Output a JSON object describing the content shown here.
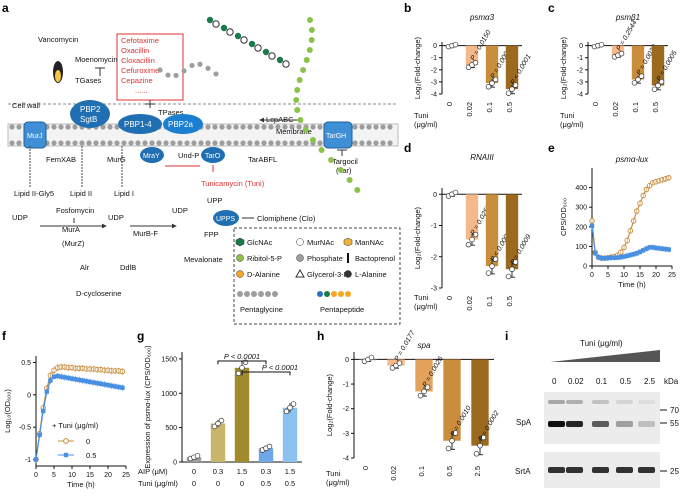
{
  "panel_letters": [
    "a",
    "b",
    "c",
    "d",
    "e",
    "f",
    "g",
    "h",
    "i"
  ],
  "a": {
    "drugs": [
      "Cefotaxime",
      "Oxacillin",
      "Cloxacillin",
      "Cefuroxime",
      "Cepazine",
      "......"
    ],
    "labels": {
      "vancomycin": "Vancomycin",
      "moenomycin": "Moenomycin",
      "tgases": "TGases",
      "tpases": "TPases",
      "pbp2": "PBP2",
      "sgtb": "SgtB",
      "pbp14": "PBP1-4",
      "pbp2a": "PBP2a",
      "lcpabc": "LcpABC",
      "cellwall": "Cell wall",
      "membrane": "Membrane",
      "murj": "MurJ",
      "targh": "TarGH",
      "targocil": "Targocil",
      "tar": "(Tar)",
      "femxab": "FemXAB",
      "murg": "MurG",
      "mray": "MraY",
      "taro": "TarO",
      "undp": "Und-P",
      "tarabfl": "TarABFL",
      "lipid2gly5": "Lipid II-Gly5",
      "lipid2": "Lipid II",
      "lipid1": "Lipid I",
      "tunicamycin": "Tunicamycin (Tuni)",
      "udp1": "UDP",
      "udp2": "UDP",
      "udp3": "UDP",
      "fosfomycin": "Fosfomycin",
      "mura": "MurA",
      "murz": "(MurZ)",
      "murbf": "MurB-F",
      "upp": "UPP",
      "upps": "UPPS",
      "clomiphene": "Clomiphene (Clo)",
      "fpp": "FPP",
      "mevalonate": "Mevalonate",
      "alr": "Alr",
      "ddlb": "DdlB",
      "dcycloserine": "D-cycloserine"
    },
    "legend": [
      "GlcNAc",
      "MurNAc",
      "ManNAc",
      "Ribitol-5-P",
      "Phosphate",
      "Bactoprenol",
      "D-Alanine",
      "Glycerol-3-P",
      "L-Alanine",
      "Pentaglycine",
      "Pentapeptide"
    ]
  },
  "b": {
    "title": "psmα3",
    "ylabel": "Log₂(Fold-change)",
    "xunit": "Tuni\n(μg/ml)",
    "cats": [
      "0",
      "0.02",
      "0.1",
      "0.5"
    ],
    "pvals": [
      "P = 0.0150",
      "P = 0.0006",
      "P < 0.0001"
    ]
  },
  "c": {
    "title": "psmβ1",
    "ylabel": "Log₂(Fold-change)",
    "xunit": "Tuni\n(μg/ml)",
    "cats": [
      "0",
      "0.02",
      "0.1",
      "0.5"
    ],
    "pvals": [
      "P = 0.2544",
      "P = 0.0032",
      "P = 0.0005"
    ]
  },
  "d": {
    "title": "RNAIII",
    "ylabel": "Log₂(Fold-change)",
    "xunit": "Tuni\n(μg/ml)",
    "cats": [
      "0",
      "0.02",
      "0.1",
      "0.5"
    ],
    "pvals": [
      "P = 0.0252",
      "P < 0.0001",
      "P = 0.0009"
    ]
  },
  "e": {
    "title": "psmα-lux",
    "ylabel": "CPS/OD₆₀₀",
    "xlabel": "Time (h)"
  },
  "f": {
    "ylabel": "Log₁₀(OD₆₀₀)",
    "xlabel": "Time (h)",
    "legend_title": "+ Tuni (μg/ml)",
    "legend": [
      "0",
      "0.5"
    ]
  },
  "g": {
    "ylabel": "Expression of psmα-lux (CPS/OD₆₀₀)",
    "row1_label": "AIP (μM)",
    "row2_label": "Tuni (μg/ml)",
    "row1": [
      "0",
      "0.3",
      "1.5",
      "0.3",
      "1.5"
    ],
    "row2": [
      "0",
      "0",
      "0",
      "0.5",
      "0.5"
    ],
    "pvals": [
      "P < 0.0001",
      "P < 0.0001"
    ]
  },
  "h": {
    "title": "spa",
    "ylabel": "Log₂(Fold-change)",
    "xunit": "Tuni\n(μg/ml)",
    "cats": [
      "0",
      "0.02",
      "0.1",
      "0.5",
      "2.5"
    ],
    "pvals": [
      "P = 0.0177",
      "P = 0.0026",
      "P = 0.0010",
      "P = 0.0002"
    ]
  },
  "i": {
    "header": "Tuni (μg/ml)",
    "lanes": [
      "0",
      "0.02",
      "0.1",
      "0.5",
      "2.5"
    ],
    "kda": "kDa",
    "markers": [
      "70",
      "55",
      "25"
    ],
    "proteins": [
      "SpA",
      "SrtA"
    ]
  },
  "chart_data": [
    {
      "panel": "b",
      "type": "bar",
      "title": "psmα3",
      "categories": [
        "0",
        "0.02",
        "0.1",
        "0.5"
      ],
      "values": [
        0,
        -1.6,
        -3.1,
        -3.6
      ],
      "ylim": [
        -4,
        0.3
      ],
      "yticks": [
        0,
        -1,
        -2,
        -3,
        -4
      ],
      "colors": [
        "#9e9e9e",
        "#f3b98a",
        "#c98d3c",
        "#9c6a1e"
      ]
    },
    {
      "panel": "c",
      "type": "bar",
      "title": "psmβ1",
      "categories": [
        "0",
        "0.02",
        "0.1",
        "0.5"
      ],
      "values": [
        0,
        -0.8,
        -2.8,
        -3.3
      ],
      "ylim": [
        -4,
        0.3
      ],
      "yticks": [
        0,
        -1,
        -2,
        -3,
        -4
      ],
      "colors": [
        "#9e9e9e",
        "#f3b98a",
        "#c98d3c",
        "#9c6a1e"
      ]
    },
    {
      "panel": "d",
      "type": "bar",
      "title": "RNAIII",
      "categories": [
        "0",
        "0.02",
        "0.1",
        "0.5"
      ],
      "values": [
        0,
        -1.45,
        -2.3,
        -2.4
      ],
      "ylim": [
        -3,
        0.2
      ],
      "yticks": [
        0,
        -1,
        -2,
        -3
      ],
      "colors": [
        "#9e9e9e",
        "#f3b98a",
        "#c98d3c",
        "#9c6a1e"
      ]
    },
    {
      "panel": "h",
      "type": "bar",
      "title": "spa",
      "categories": [
        "0",
        "0.02",
        "0.1",
        "0.5",
        "2.5"
      ],
      "values": [
        0,
        -0.25,
        -1.3,
        -3.3,
        -3.5
      ],
      "ylim": [
        -4,
        0.3
      ],
      "yticks": [
        0,
        -1,
        -2,
        -3,
        -4
      ],
      "colors": [
        "#9e9e9e",
        "#f3b98a",
        "#e2a25c",
        "#c98d3c",
        "#9c6a1e"
      ]
    },
    {
      "panel": "g",
      "type": "bar",
      "categories": [
        "1",
        "2",
        "3",
        "4",
        "5"
      ],
      "values": [
        70,
        560,
        1370,
        200,
        790
      ],
      "ylim": [
        0,
        1600
      ],
      "yticks": [
        0,
        500,
        1000,
        1500
      ],
      "colors": [
        "#9e9e9e",
        "#c8b56a",
        "#a08a2c",
        "#6fa8e8",
        "#8bc2f0"
      ]
    },
    {
      "panel": "e",
      "type": "line",
      "xlim": [
        0,
        25
      ],
      "ylim": [
        0,
        500
      ],
      "yticks": [
        0,
        100,
        200,
        300,
        400
      ],
      "xticks": [
        0,
        5,
        10,
        15,
        20,
        25
      ],
      "series": [
        {
          "name": "0",
          "x": [
            0,
            1,
            2,
            3,
            4,
            5,
            6,
            7,
            8,
            9,
            10,
            11,
            12,
            13,
            14,
            15,
            16,
            17,
            18,
            19,
            20,
            21,
            22,
            23,
            24
          ],
          "values": [
            230,
            70,
            45,
            40,
            40,
            42,
            45,
            48,
            55,
            70,
            95,
            130,
            180,
            230,
            280,
            320,
            360,
            390,
            410,
            425,
            430,
            435,
            440,
            445,
            450
          ]
        },
        {
          "name": "0.5",
          "x": [
            0,
            1,
            2,
            3,
            4,
            5,
            6,
            7,
            8,
            9,
            10,
            11,
            12,
            13,
            14,
            15,
            16,
            17,
            18,
            19,
            20,
            21,
            22,
            23,
            24
          ],
          "values": [
            205,
            65,
            45,
            40,
            40,
            41,
            42,
            42,
            43,
            45,
            48,
            52,
            56,
            60,
            65,
            72,
            80,
            88,
            95,
            95,
            92,
            90,
            88,
            86,
            84
          ]
        }
      ]
    },
    {
      "panel": "f",
      "type": "line",
      "xlim": [
        0,
        25
      ],
      "ylim": [
        -1.1,
        0.6
      ],
      "yticks": [
        -1.0,
        -0.5,
        0.0,
        0.5
      ],
      "xticks": [
        0,
        5,
        10,
        15,
        20,
        25
      ],
      "series": [
        {
          "name": "0",
          "x": [
            0,
            1,
            2,
            3,
            4,
            5,
            6,
            7,
            8,
            9,
            10,
            11,
            12,
            13,
            14,
            15,
            16,
            17,
            18,
            19,
            20,
            21,
            22,
            23,
            24
          ],
          "values": [
            -1.0,
            -0.6,
            -0.2,
            0.1,
            0.3,
            0.38,
            0.42,
            0.43,
            0.43,
            0.42,
            0.42,
            0.41,
            0.41,
            0.41,
            0.4,
            0.4,
            0.4,
            0.39,
            0.39,
            0.38,
            0.38,
            0.37,
            0.37,
            0.37,
            0.36
          ]
        },
        {
          "name": "0.5",
          "x": [
            0,
            1,
            2,
            3,
            4,
            5,
            6,
            7,
            8,
            9,
            10,
            11,
            12,
            13,
            14,
            15,
            16,
            17,
            18,
            19,
            20,
            21,
            22,
            23,
            24
          ],
          "values": [
            -1.0,
            -0.62,
            -0.25,
            0.05,
            0.22,
            0.28,
            0.29,
            0.28,
            0.27,
            0.26,
            0.25,
            0.24,
            0.23,
            0.22,
            0.21,
            0.2,
            0.19,
            0.18,
            0.17,
            0.16,
            0.15,
            0.14,
            0.13,
            0.12,
            0.11
          ]
        }
      ]
    }
  ]
}
